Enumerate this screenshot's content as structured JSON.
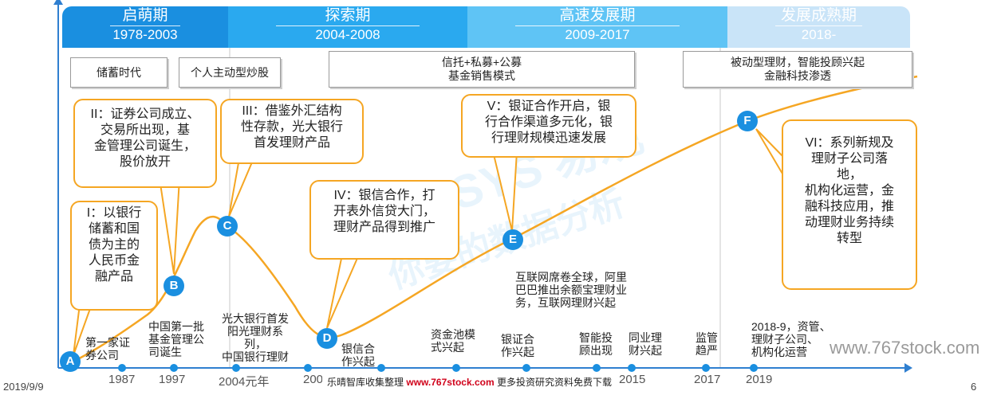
{
  "phases": [
    {
      "name": "启萌期",
      "years": "1978-2003"
    },
    {
      "name": "探索期",
      "years": "2004-2008"
    },
    {
      "name": "高速发展期",
      "years": "2009-2017"
    },
    {
      "name": "发展成熟期",
      "years": "2018-"
    }
  ],
  "tags": {
    "t1": "储蓄时代",
    "t2": "个人主动型炒股",
    "t3_line1": "信托+私募+公募",
    "t3_line2": "基金销售模式",
    "t4_line1": "被动型理财，智能投顾兴起",
    "t4_line2": "金融科技渗透"
  },
  "callouts": {
    "c1": [
      "I：以银行",
      "储蓄和国",
      "债为主的",
      "人民币金",
      "融产品"
    ],
    "c2": [
      "II：证券公司成立、",
      "交易所出现，基",
      "金管理公司诞生，",
      "股价放开"
    ],
    "c3": [
      "III：借鉴外汇结构",
      "性存款，光大银行",
      "首发理财产品"
    ],
    "c4": [
      "IV：银信合作，打",
      "开表外信贷大门，",
      "理财产品得到推广"
    ],
    "c5": [
      "V：银证合作开启，银",
      "行合作渠道多元化，银",
      "行理财规模迅速发展"
    ],
    "c6": [
      "VI：系列新规及",
      "理财子公司落",
      "地，",
      "机构化运营，金",
      "融科技应用，推",
      "动理财业务持续",
      "转型"
    ]
  },
  "nodes": [
    "A",
    "B",
    "C",
    "D",
    "E",
    "F"
  ],
  "events": {
    "e1": [
      "第一家证",
      "券公司"
    ],
    "e2": [
      "中国第一批",
      "基金管理公",
      "司诞生"
    ],
    "e3": [
      "光大银行首发",
      "阳光理财系",
      "列，",
      "中国银行理财"
    ],
    "e4": [
      "银信合",
      "作兴起"
    ],
    "e5": [
      "资金池模",
      "式兴起"
    ],
    "e6": [
      "银证合",
      "作兴起"
    ],
    "e7": [
      "智能投",
      "顾出现"
    ],
    "e8": [
      "同业理",
      "财兴起"
    ],
    "e9": [
      "监管",
      "趋严"
    ],
    "e10": [
      "互联网席卷全球，阿里",
      "巴巴推出余额宝理财业",
      "务，互联网理财兴起"
    ],
    "e11": [
      "2018-9，资管、",
      "理财子公司、",
      "机构化运营"
    ]
  },
  "years": [
    "1987",
    "1997",
    "2004元年",
    "200",
    "2015",
    "2017",
    "2019"
  ],
  "footer": {
    "date": "2019/9/9",
    "page": "6",
    "website": "www.767stock.com",
    "banner_prefix": "乐晴智库收集整理",
    "banner_url": "www.767stock.com",
    "banner_suffix": "更多投资研究资料免费下载"
  },
  "watermark": {
    "brand": "ANALYSYS 易观",
    "slogan": "你要的数据分析"
  },
  "colors": {
    "phase1": "#1a8fe0",
    "phase2": "#2aa9ef",
    "phase3": "#5fc4f5",
    "phase4": "#c9e4f8",
    "curve": "#f5a623",
    "node": "#1a8fe0",
    "axis": "#2f7fd0"
  }
}
